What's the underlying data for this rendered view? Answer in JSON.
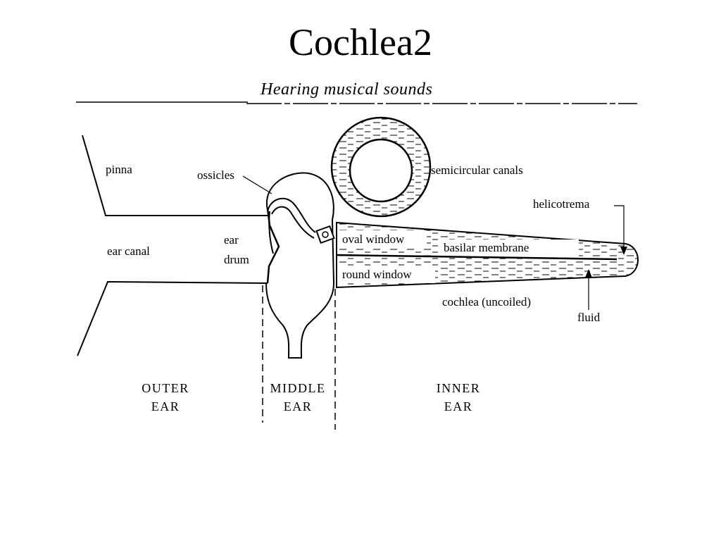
{
  "title": "Cochlea2",
  "figure": {
    "caption": "Hearing musical sounds",
    "labels": {
      "pinna": "pinna",
      "ossicles": "ossicles",
      "ear_canal": "ear canal",
      "ear_drum_1": "ear",
      "ear_drum_2": "drum",
      "semicircular_canals": "semicircular canals",
      "helicotrema": "helicotrema",
      "oval_window": "oval window",
      "basilar_membrane": "basilar membrane",
      "round_window": "round window",
      "cochlea": "cochlea (uncoiled)",
      "fluid": "fluid"
    },
    "regions": {
      "outer_1": "OUTER",
      "outer_2": "EAR",
      "middle_1": "MIDDLE",
      "middle_2": "EAR",
      "inner_1": "INNER",
      "inner_2": "EAR"
    }
  }
}
